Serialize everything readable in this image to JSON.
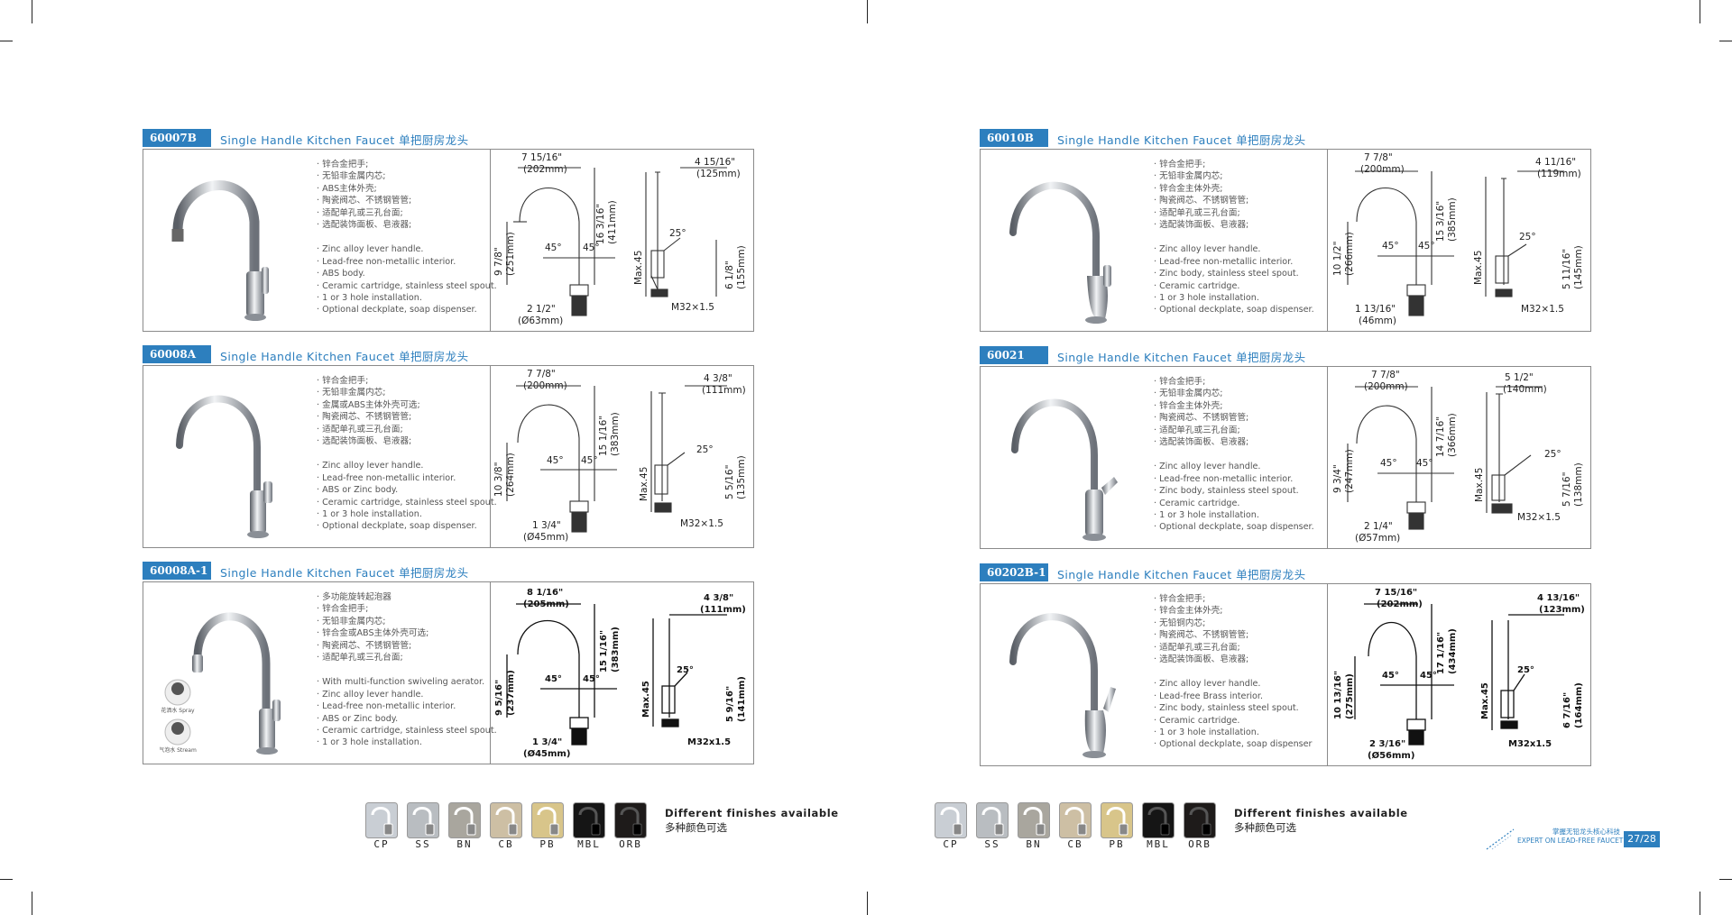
{
  "products": [
    {
      "code": "60007B",
      "title": "Single Handle Kitchen Faucet 单把厨房龙头",
      "specs_cn": [
        "锌合金把手;",
        "无铅非金属内芯;",
        "ABS主体外壳;",
        "陶瓷阀芯、不锈钢管管;",
        "适配单孔或三孔台面;",
        "选配装饰面板、皂液器;"
      ],
      "specs_en": [
        "Zinc alloy lever handle.",
        "Lead-free non-metallic interior.",
        "ABS body.",
        "Ceramic cartridge, stainless steel spout.",
        "1 or 3 hole installation.",
        "Optional deckplate, soap dispenser."
      ],
      "dims": {
        "reach_in": "7 15/16\"",
        "reach_mm": "(202mm)",
        "height_in": "16 3/16\"",
        "height_mm": "(411mm)",
        "spout_in": "9 7/8\"",
        "spout_mm": "(251mm)",
        "base_in": "2 1/2\"",
        "base_mm": "(Ø63mm)",
        "side_in": "4 15/16\"",
        "side_mm": "(125mm)",
        "lever_in": "6 1/8\"",
        "lever_mm": "(155mm)",
        "angle": "25°",
        "swing": "45°",
        "max": "Max.45",
        "thread": "M32×1.5"
      }
    },
    {
      "code": "60008A",
      "title": "Single Handle Kitchen Faucet 单把厨房龙头",
      "specs_cn": [
        "锌合金把手;",
        "无铅非金属内芯;",
        "金属或ABS主体外壳可选;",
        "陶瓷阀芯、不锈钢管管;",
        "适配单孔或三孔台面;",
        "选配装饰面板、皂液器;"
      ],
      "specs_en": [
        "Zinc alloy lever handle.",
        "Lead-free non-metallic interior.",
        "ABS or Zinc body.",
        "Ceramic cartridge, stainless steel spout.",
        "1 or 3 hole installation.",
        "Optional deckplate, soap dispenser."
      ],
      "dims": {
        "reach_in": "7 7/8\"",
        "reach_mm": "(200mm)",
        "height_in": "15 1/16\"",
        "height_mm": "(383mm)",
        "spout_in": "10 3/8\"",
        "spout_mm": "(264mm)",
        "base_in": "1 3/4\"",
        "base_mm": "(Ø45mm)",
        "side_in": "4 3/8\"",
        "side_mm": "(111mm)",
        "lever_in": "5 5/16\"",
        "lever_mm": "(135mm)",
        "angle": "25°",
        "swing": "45°",
        "max": "Max.45",
        "thread": "M32×1.5"
      }
    },
    {
      "code": "60008A-1",
      "title": "Single Handle Kitchen Faucet 单把厨房龙头",
      "specs_cn": [
        "多功能旋转起泡器",
        "锌合金把手;",
        "无铅非金属内芯;",
        "锌合金或ABS主体外壳可选;",
        "陶瓷阀芯、不锈钢管管;",
        "适配单孔或三孔台面;"
      ],
      "specs_en": [
        "With multi-function swiveling aerator.",
        "Zinc alloy lever handle.",
        "Lead-free non-metallic interior.",
        "ABS or Zinc body.",
        "Ceramic cartridge, stainless steel spout.",
        "1 or 3 hole installation."
      ],
      "spray_modes": [
        "花洒水 Spray",
        "气泡水 Stream"
      ],
      "dims": {
        "reach_in": "8 1/16\"",
        "reach_mm": "(205mm)",
        "height_in": "15 1/16\"",
        "height_mm": "(383mm)",
        "spout_in": "9 5/16\"",
        "spout_mm": "(237mm)",
        "base_in": "1 3/4\"",
        "base_mm": "(Ø45mm)",
        "side_in": "4 3/8\"",
        "side_mm": "(111mm)",
        "lever_in": "5 9/16\"",
        "lever_mm": "(141mm)",
        "angle": "25°",
        "swing": "45°",
        "max": "Max.45",
        "thread": "M32x1.5"
      }
    },
    {
      "code": "60010B",
      "title": "Single Handle Kitchen Faucet 单把厨房龙头",
      "specs_cn": [
        "锌合金把手;",
        "无铅非金属内芯;",
        "锌合金主体外壳;",
        "陶瓷阀芯、不锈钢管管;",
        "适配单孔或三孔台面;",
        "选配装饰面板、皂液器;"
      ],
      "specs_en": [
        "Zinc alloy lever handle.",
        "Lead-free non-metallic interior.",
        "Zinc body, stainless steel spout.",
        "Ceramic cartridge.",
        "1 or 3 hole installation.",
        "Optional deckplate, soap dispenser."
      ],
      "dims": {
        "reach_in": "7 7/8\"",
        "reach_mm": "(200mm)",
        "height_in": "15 3/16\"",
        "height_mm": "(385mm)",
        "spout_in": "10 1/2\"",
        "spout_mm": "(266mm)",
        "base_in": "1 13/16\"",
        "base_mm": "(46mm)",
        "side_in": "4 11/16\"",
        "side_mm": "(119mm)",
        "lever_in": "5 11/16\"",
        "lever_mm": "(145mm)",
        "angle": "25°",
        "swing": "45°",
        "max": "Max.45",
        "thread": "M32×1.5"
      }
    },
    {
      "code": "60021",
      "title": "Single Handle Kitchen Faucet 单把厨房龙头",
      "specs_cn": [
        "锌合金把手;",
        "无铅非金属内芯;",
        "锌合金主体外壳;",
        "陶瓷阀芯、不锈钢管管;",
        "适配单孔或三孔台面;",
        "选配装饰面板、皂液器;"
      ],
      "specs_en": [
        "Zinc alloy lever handle.",
        "Lead-free non-metallic interior.",
        "Zinc body, stainless steel spout.",
        "Ceramic cartridge.",
        "1 or 3 hole installation.",
        "Optional deckplate, soap dispenser."
      ],
      "dims": {
        "reach_in": "7 7/8\"",
        "reach_mm": "(200mm)",
        "height_in": "14 7/16\"",
        "height_mm": "(366mm)",
        "spout_in": "9 3/4\"",
        "spout_mm": "(247mm)",
        "base_in": "2 1/4\"",
        "base_mm": "(Ø57mm)",
        "side_in": "5 1/2\"",
        "side_mm": "(140mm)",
        "lever_in": "5 7/16\"",
        "lever_mm": "(138mm)",
        "angle": "25°",
        "swing": "45°",
        "max": "Max.45",
        "thread": "M32×1.5"
      }
    },
    {
      "code": "60202B-1",
      "title": "Single Handle Kitchen Faucet 单把厨房龙头",
      "specs_cn": [
        "锌合金把手;",
        "锌合金主体外壳;",
        "无铅铜内芯;",
        "陶瓷阀芯、不锈钢管管;",
        "适配单孔或三孔台面;",
        "选配装饰面板、皂液器;"
      ],
      "specs_en": [
        "Zinc alloy lever handle.",
        "Lead-free Brass interior.",
        "Zinc body, stainless steel spout.",
        "Ceramic cartridge.",
        "1 or 3 hole installation.",
        "Optional deckplate, soap dispenser"
      ],
      "dims": {
        "reach_in": "7 15/16\"",
        "reach_mm": "(202mm)",
        "height_in": "17 1/16\"",
        "height_mm": "(434mm)",
        "spout_in": "10 13/16\"",
        "spout_mm": "(275mm)",
        "base_in": "2 3/16\"",
        "base_mm": "(Ø56mm)",
        "side_in": "4 13/16\"",
        "side_mm": "(123mm)",
        "lever_in": "6 7/16\"",
        "lever_mm": "(164mm)",
        "angle": "25°",
        "swing": "45°",
        "max": "Max.45",
        "thread": "M32x1.5"
      }
    }
  ],
  "finishes": {
    "codes": [
      "CP",
      "SS",
      "BN",
      "CB",
      "PB",
      "MBL",
      "ORB"
    ],
    "colors": [
      "#c9ced4",
      "#b9bdc1",
      "#a9a69e",
      "#cdbfa4",
      "#d8c58a",
      "#151515",
      "#1e1b1a"
    ],
    "label_en": "Different finishes available",
    "label_cn": "多种颜色可选"
  },
  "footer": {
    "brand_cn": "掌握无铅龙头核心科技",
    "brand_en": "EXPERT ON LEAD-FREE FAUCET",
    "page_number": "27/28"
  }
}
